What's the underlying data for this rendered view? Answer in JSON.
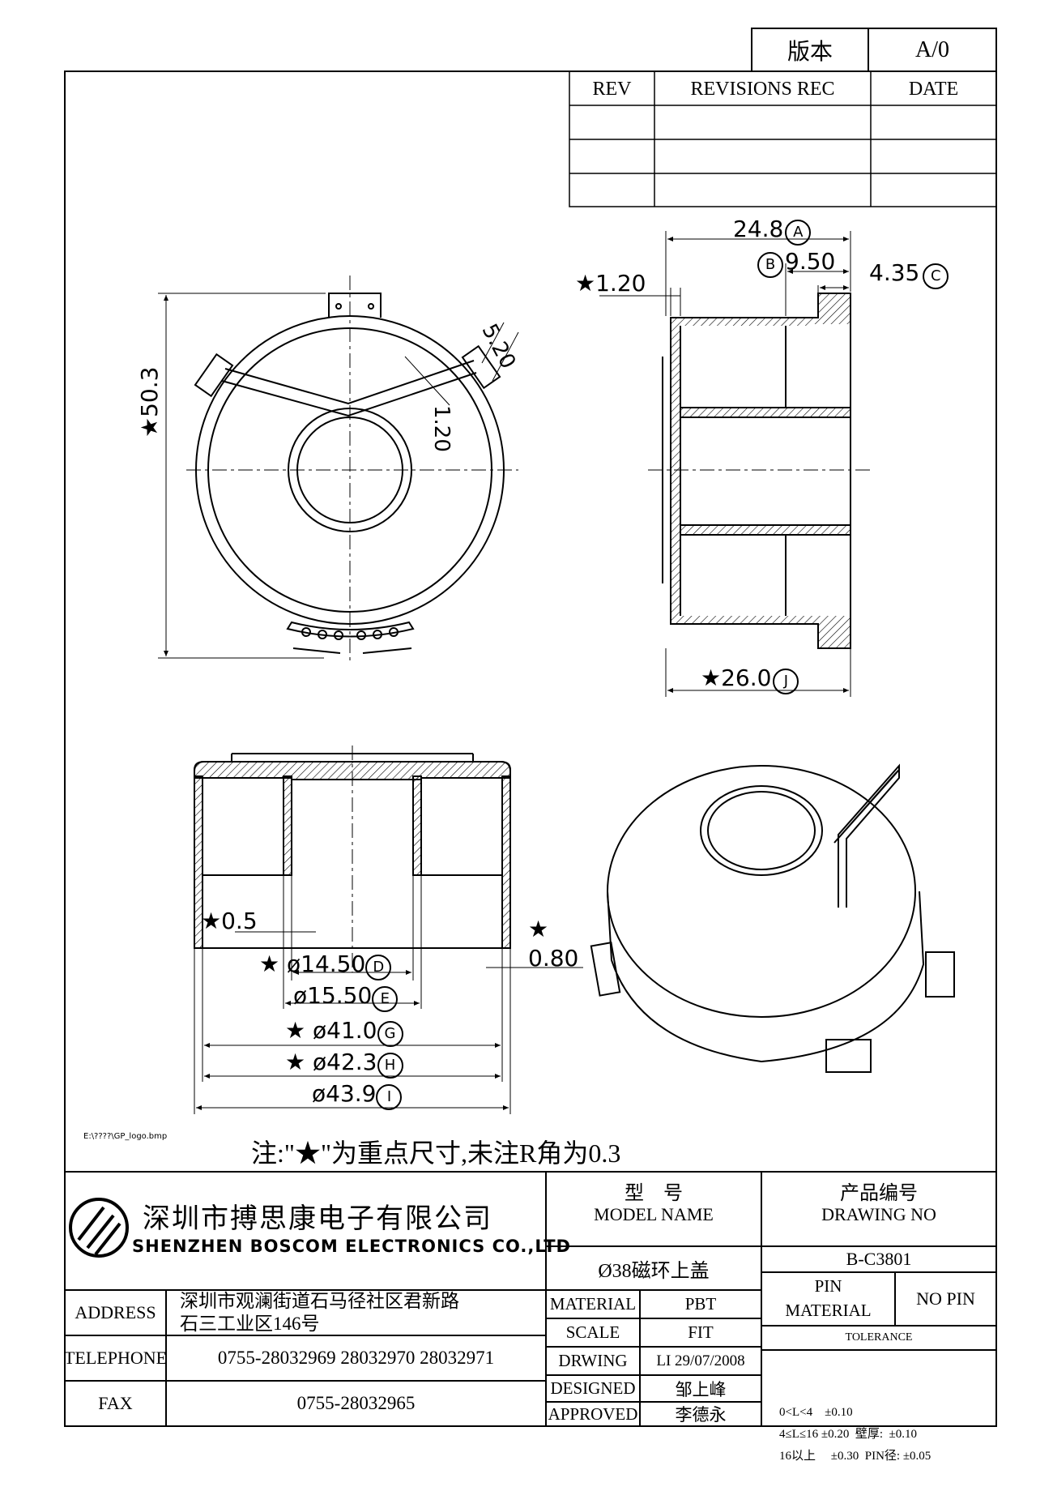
{
  "version_box": {
    "label": "版本",
    "value": "A/0"
  },
  "revision_table": {
    "headers": [
      "REV",
      "REVISIONS REC",
      "DATE"
    ],
    "rows": [
      [
        "",
        "",
        ""
      ],
      [
        "",
        "",
        ""
      ],
      [
        "",
        "",
        ""
      ]
    ]
  },
  "dimensions": {
    "a": "24.8",
    "a_tag": "A",
    "b": "9.50",
    "b_tag": "B",
    "c": "4.35",
    "c_tag": "C",
    "wall_side": "1.20",
    "pin_w": "5.20",
    "rib": "1.20",
    "height": "50.3",
    "j": "26.0",
    "j_tag": "J",
    "wall_05": "0.5",
    "d": "ø14.50",
    "d_tag": "D",
    "e": "ø15.50",
    "e_tag": "E",
    "g": "ø41.0",
    "g_tag": "G",
    "h": "ø42.3",
    "h_tag": "H",
    "i": "ø43.9",
    "i_tag": "I",
    "top_wall": "0.80",
    "key_symbol": "★"
  },
  "logo_path": "E:\\????\\GP_logo.bmp",
  "note": "注:\"★\"为重点尺寸,未注R角为0.3",
  "company": {
    "name_cn": "深圳市搏思康电子有限公司",
    "name_en": "SHENZHEN BOSCOM ELECTRONICS CO.,LTD"
  },
  "info": {
    "address_label": "ADDRESS",
    "address_line1": "深圳市观澜街道石马径社区君新路",
    "address_line2": "石三工业区146号",
    "telephone_label": "TELEPHONE",
    "telephone": "0755-28032969 28032970 28032971",
    "fax_label": "FAX",
    "fax": "0755-28032965"
  },
  "model": {
    "label_cn": "型    号",
    "label_en": "MODEL NAME",
    "value": "Ø38磁环上盖"
  },
  "drawing_no": {
    "label_cn": "产品编号",
    "label_en": "DRAWING NO",
    "value": "B-C3801"
  },
  "specs": {
    "material_label": "MATERIAL",
    "material": "PBT",
    "scale_label": "SCALE",
    "scale": "FIT",
    "drwing_label": "DRWING",
    "drwing": "LI 29/07/2008",
    "designed_label": "DESIGNED",
    "designed": "邹上峰",
    "approved_label": "APPROVED",
    "approved": "李德永"
  },
  "pin": {
    "label1": "PIN",
    "label2": "MATERIAL",
    "value": "NO PIN"
  },
  "tolerance": {
    "title": "TOLERANCE",
    "row1": "0<L<4    ±0.10",
    "row2": "4≤L≤16 ±0.20  壁厚:  ±0.10",
    "row3": "16以上     ±0.30  PIN径: ±0.05"
  }
}
